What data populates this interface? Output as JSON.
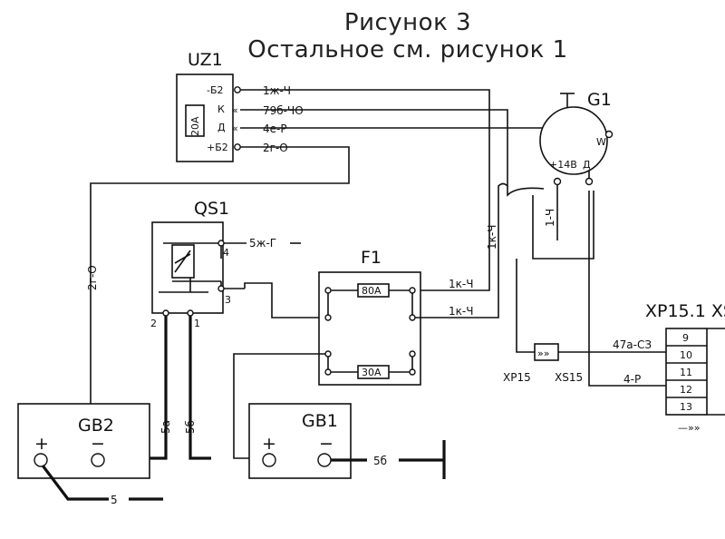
{
  "title": "Рисунок 3",
  "subtitle": "Остальное см. рисунок 1",
  "components": {
    "uz1": {
      "name": "UZ1",
      "rating": "20А",
      "pins": [
        "-Б2",
        "К",
        "Д",
        "+Б2"
      ]
    },
    "g1": {
      "name": "G1",
      "pins": [
        "+14В",
        "Д"
      ],
      "w": "W"
    },
    "qs1": {
      "name": "QS1",
      "pins": [
        "4",
        "3",
        "2",
        "1"
      ]
    },
    "f1": {
      "name": "F1",
      "fuse_top": "80А",
      "fuse_bottom": "30А"
    },
    "gb1": {
      "name": "GB1",
      "plus": "+",
      "minus": "−"
    },
    "gb2": {
      "name": "GB2",
      "plus": "+",
      "minus": "−"
    },
    "xp15": {
      "name": "XP15.1 XS",
      "pins": [
        "9",
        "10",
        "11",
        "12",
        "13"
      ]
    },
    "xp15b": {
      "plug": "XP15",
      "socket": "XS15"
    }
  },
  "wires": {
    "w1": "1ж-Ч",
    "w2": "79б-ЧО",
    "w3": "4е-Р",
    "w4": "2г-О",
    "w5": "5ж-Г",
    "w6": "1к-Ч",
    "w7": "1к-Ч",
    "w8": "1к-Ч",
    "w9": "1-Ч",
    "w10": "47а-СЗ",
    "w11": "4-Р",
    "w12": "2г-О",
    "w13": "5а",
    "w14": "5б",
    "w15": "5б",
    "w16": "5"
  }
}
